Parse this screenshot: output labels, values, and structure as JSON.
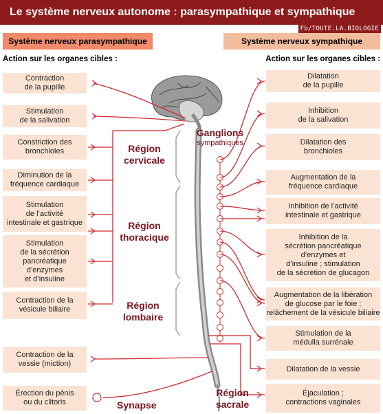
{
  "title": "Le système nerveux autonome : parasympathique et sympathique",
  "credit": "Fb/TOUTE.LA.BIOLOGIE",
  "parasympathetic": {
    "header": "Système nerveux parasympathique",
    "subheader": "Action sur les organes cibles :",
    "effects": [
      "Contraction\nde la pupille",
      "Stimulation\nde la salivation",
      "Constriction des\nbronchioles",
      "Diminution de la\nfréquence cardiaque",
      "Stimulation\nde l’activité\nintestinale et gastrique",
      "Stimulation\nde la sécrétion\npancréatique\nd’enzymes\net d’insuline",
      "Contraction de la\nvésicule biliaire",
      "Contraction de la\nvessie (miction)",
      "Érection du pénis\nou du clitoris"
    ]
  },
  "sympathetic": {
    "header": "Système nerveux sympathique",
    "subheader": "Action sur les organes cibles :",
    "effects": [
      "Dilatation\nde la pupille",
      "Inhibition\nde la salivation",
      "Dilatation des\nbronchioles",
      "Augmentation de la\nfréquence cardiaque",
      "Inhibition de l’activité\nintestinale et gastrique",
      "Inhibition de la\nsécrétion pancréatique\nd’enzymes et\nd’insuline ; stimulation\nde la sécrétion de glucagon",
      "Augmentation de la libération\nde glucose par le foie ;\nrelâchement de la vésicule biliaire",
      "Stimulation de la\nmédulla surrénale",
      "Dilatation de la vessie",
      "Éjaculation ;\ncontractions vaginales"
    ]
  },
  "regions": {
    "cervical": "Région\ncervicale",
    "thoracic": "Région\nthoracique",
    "lumbar": "Région\nlombaire",
    "sacral": "Région\nsacrale"
  },
  "ganglions": {
    "title": "Ganglions",
    "subtitle": "sympathiques"
  },
  "synapse": "Synapse",
  "colors": {
    "title_bg": "#8e1b1b",
    "para_header": "#f08a6a",
    "symp_header": "#f2bd9c",
    "box": "#fbe3d3",
    "nerve": "#d0282e",
    "label": "#7a1620"
  }
}
